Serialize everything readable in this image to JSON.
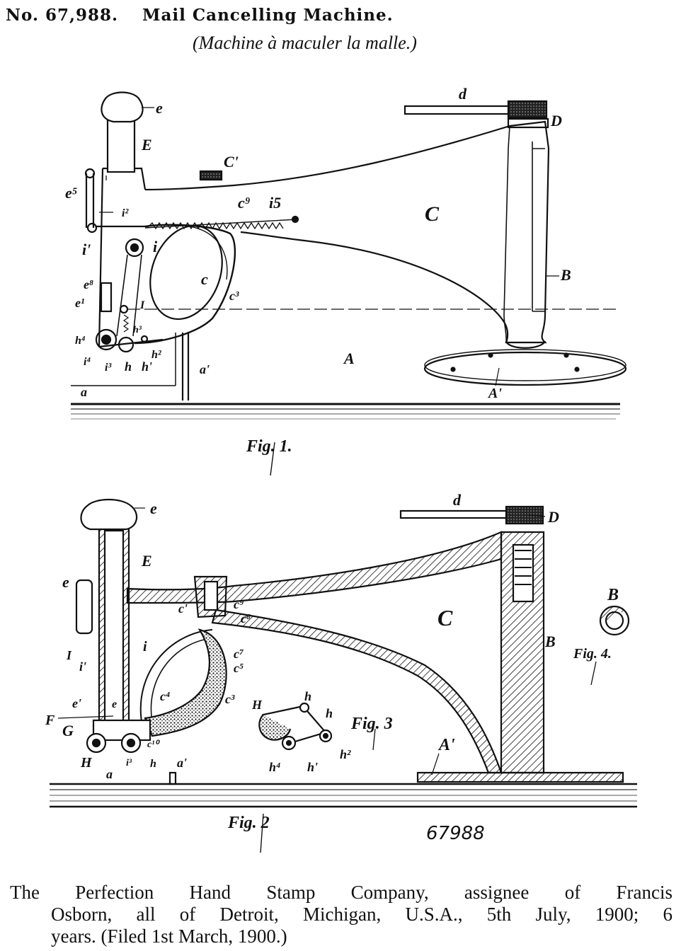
{
  "header": {
    "patent_number": "No. 67,988.",
    "title": "Mail Cancelling Machine.",
    "subtitle": "(Machine à maculer la malle.)"
  },
  "figures": [
    {
      "label": "Fig. 1."
    },
    {
      "label": "Fig. 2"
    },
    {
      "label": "Fig. 3"
    },
    {
      "label": "Fig. 4."
    }
  ],
  "part_labels": {
    "fig1": [
      "e",
      "E",
      "C'",
      "d",
      "D",
      "e⁵",
      "i²",
      "c⁹",
      "i5",
      "C",
      "i'",
      "i",
      "e⁸",
      "c",
      "c³",
      "B",
      "e¹",
      "I",
      "h³",
      "h⁴",
      "h²",
      "A",
      "i⁴",
      "i³",
      "h",
      "h'",
      "a'",
      "A'",
      "a"
    ],
    "fig2": [
      "e",
      "E",
      "d",
      "D",
      "e",
      "c'",
      "c⁹",
      "c⁶",
      "C",
      "B",
      "c⁷",
      "I",
      "i",
      "c⁵",
      "i'",
      "c⁴",
      "c³",
      "H",
      "h",
      "e'",
      "e",
      "h",
      "F",
      "G",
      "c¹⁰",
      "h²",
      "h⁴",
      "h'",
      "A'",
      "H",
      "i³",
      "h",
      "a'",
      "a"
    ],
    "fig4": [
      "B"
    ]
  },
  "handwritten_number": "67988",
  "caption": {
    "line1": "The Perfection Hand Stamp Company, assignee of Francis",
    "line2": "Osborn, all of Detroit, Michigan, U.S.A., 5th July, 1900; 6",
    "line3": "years. (Filed 1st March, 1900.)"
  }
}
